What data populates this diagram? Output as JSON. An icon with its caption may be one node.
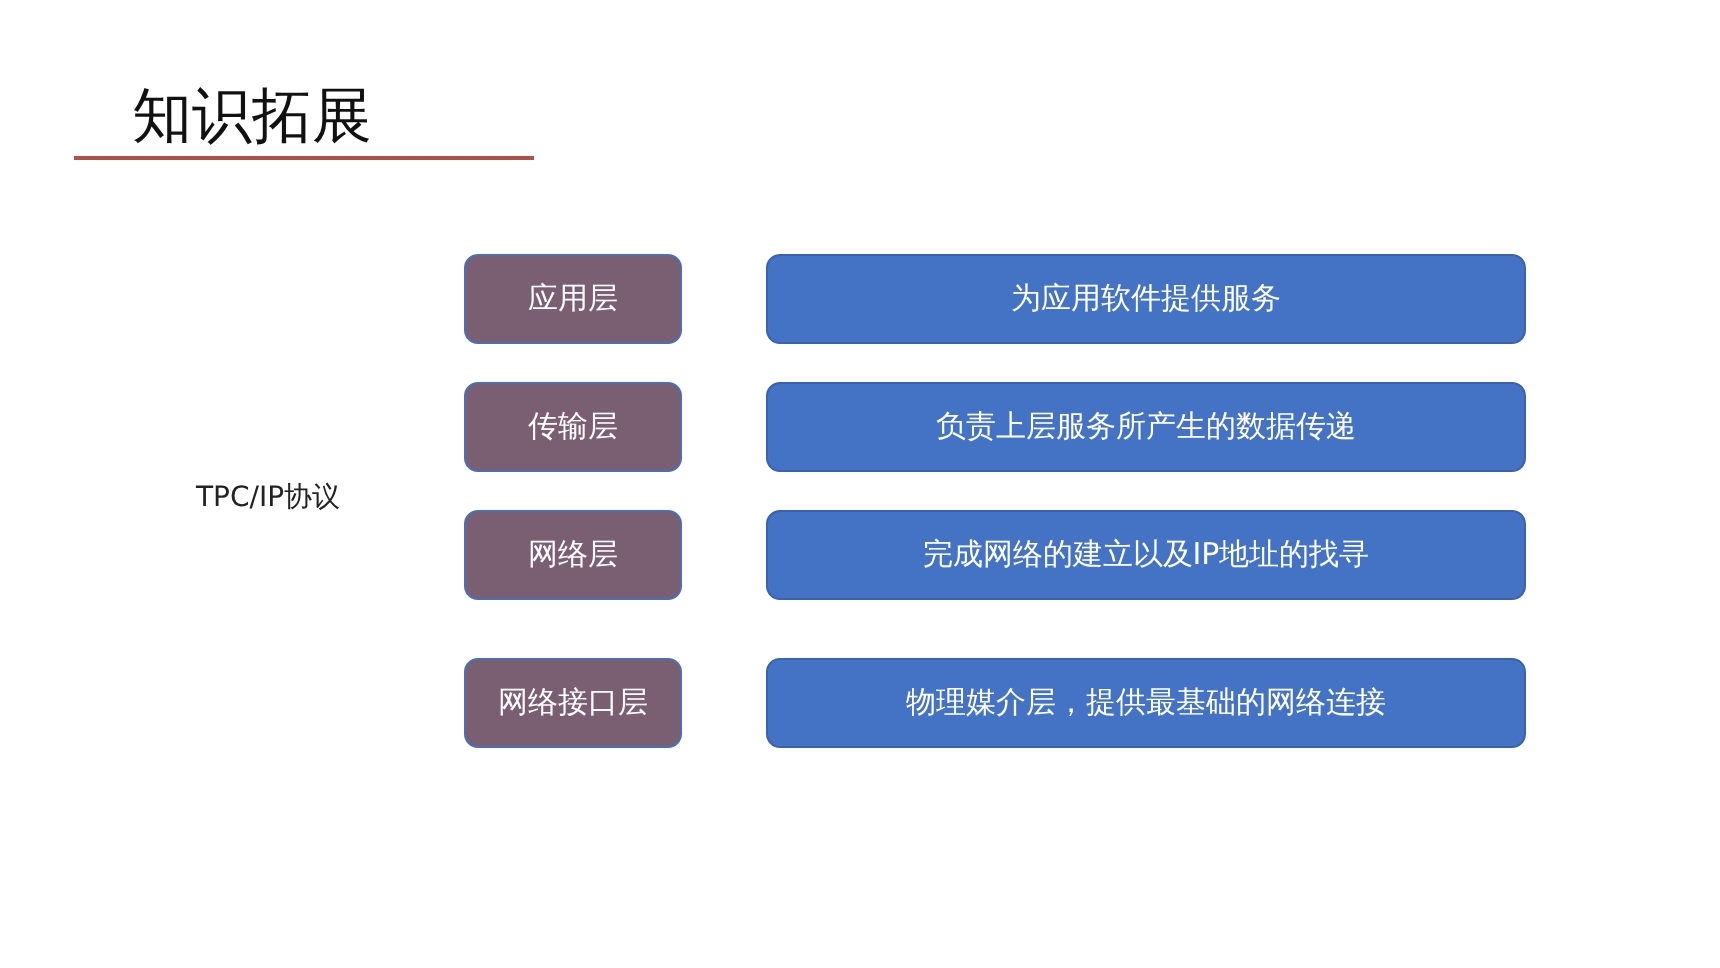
{
  "diagram": {
    "title": "知识拓展",
    "nodes": [
      {
        "text": [
          "应用层"
        ]
      },
      {
        "text": [
          "为应用软件提供服务"
        ]
      },
      {
        "text": [
          "传输层"
        ]
      },
      {
        "text": [
          "负责上层服务所产生的数据传递"
        ]
      },
      {
        "text": [
          "网络层"
        ]
      },
      {
        "text": [
          "完成网络的建立以及IP地址的找寻"
        ]
      },
      {
        "text": [
          "网络接口层"
        ]
      },
      {
        "text": [
          "物理媒介层，提供最基础的网络连接"
        ]
      }
    ],
    "labels": [
      "TPC/IP协议"
    ]
  }
}
